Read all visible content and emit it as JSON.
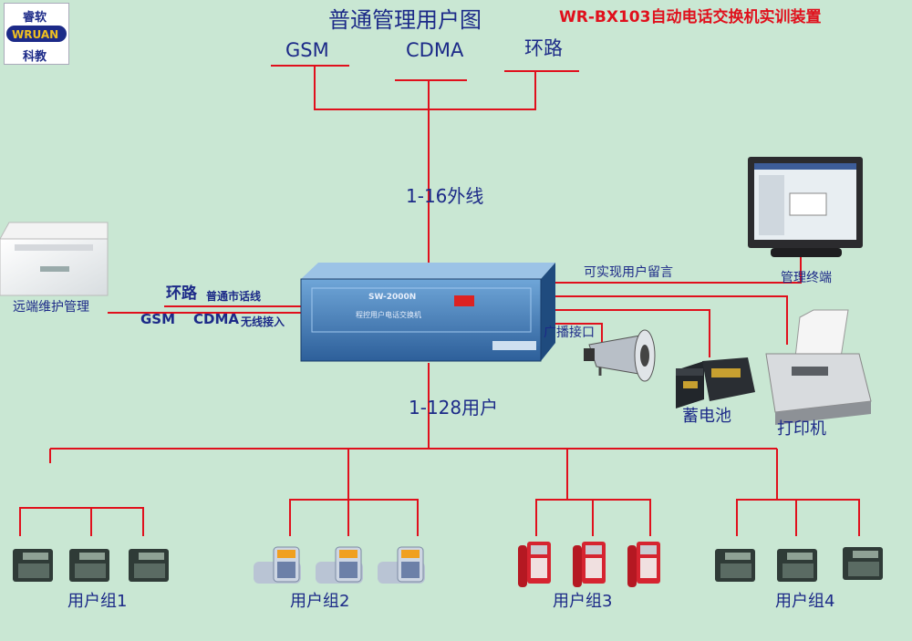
{
  "logo": {
    "top_text": "睿软",
    "mid_text": "WRUAN",
    "bottom_text": "科教"
  },
  "header": {
    "title": "普通管理用户图",
    "brand_title": "WR-BX103自动电话交换机实训装置"
  },
  "networks": [
    "GSM",
    "CDMA",
    "环路"
  ],
  "trunk_label": "1-16外线",
  "user_label": "1-128用户",
  "left": {
    "remote_label": "远端维护管理",
    "loop_label": "环路",
    "loop_sub": "普通市话线",
    "gsm_label": "GSM",
    "cdma_label": "CDMA",
    "wireless_label": "无线接入"
  },
  "pbx": {
    "model": "SW-2000N",
    "name": "程控用户电话交换机"
  },
  "right": {
    "function_label": "可实现用户留言",
    "terminal_label": "管理终端",
    "broadcast_label": "广播接口",
    "battery_label": "蓄电池",
    "printer_label": "打印机"
  },
  "groups": [
    {
      "label": "用户组1",
      "phone_style": "dark"
    },
    {
      "label": "用户组2",
      "phone_style": "blue"
    },
    {
      "label": "用户组3",
      "phone_style": "red"
    },
    {
      "label": "用户组4",
      "phone_style": "dark"
    }
  ],
  "colors": {
    "line": "#e0101c",
    "text": "#1c2a88",
    "brand": "#e0101c",
    "background": "#c9e7d3"
  }
}
